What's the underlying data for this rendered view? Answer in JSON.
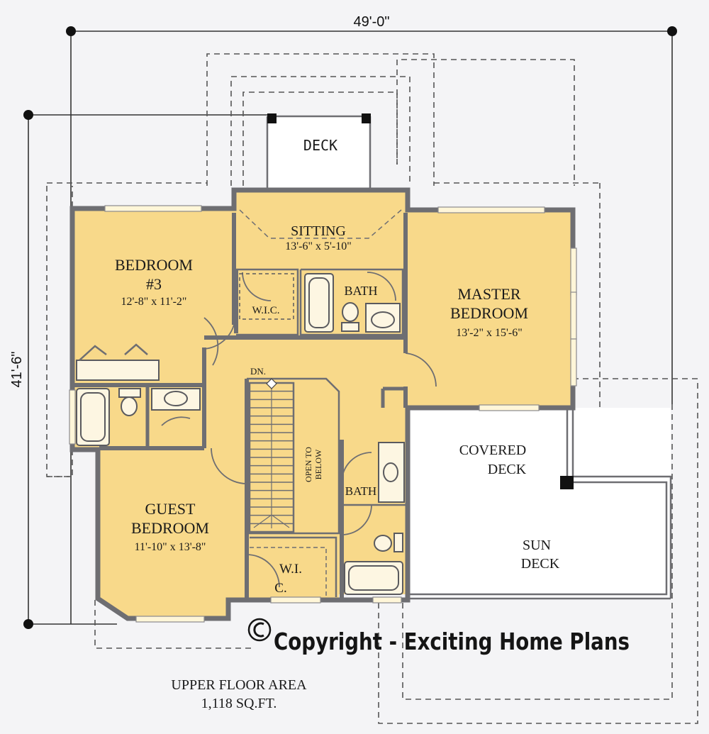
{
  "dimensions": {
    "overall_width": "49'-0\"",
    "overall_depth": "41'-6\""
  },
  "rooms": {
    "deck": "DECK",
    "sitting": {
      "name": "SITTING",
      "size": "13'-6\" x 5'-10\""
    },
    "bedroom3": {
      "name_line1": "BEDROOM",
      "name_line2": "#3",
      "size": "12'-8\" x 11'-2\""
    },
    "wic_top": "W.I.C.",
    "bath_top": "BATH",
    "master": {
      "name_line1": "MASTER",
      "name_line2": "BEDROOM",
      "size": "13'-2\" x 15'-6\""
    },
    "stairs_dn": "DN.",
    "open_to_below_1": "OPEN TO",
    "open_to_below_2": "BELOW",
    "bath_bottom": "BATH",
    "covered_deck": {
      "line1": "COVERED",
      "line2": "DECK"
    },
    "sun_deck": {
      "line1": "SUN",
      "line2": "DECK"
    },
    "guest": {
      "name_line1": "GUEST",
      "name_line2": "BEDROOM",
      "size": "11'-10\" x 13'-8\""
    },
    "wic_bottom_1": "W.I.",
    "wic_bottom_2": "C."
  },
  "copyright": {
    "symbol": "©",
    "text": "Copyright - Exciting Home Plans"
  },
  "area": {
    "line1": "UPPER FLOOR AREA",
    "line2": "1,118 SQ.FT."
  },
  "colors": {
    "room_fill": "#f8d98a",
    "wall": "#6e6e72",
    "background": "#f4f4f6"
  }
}
